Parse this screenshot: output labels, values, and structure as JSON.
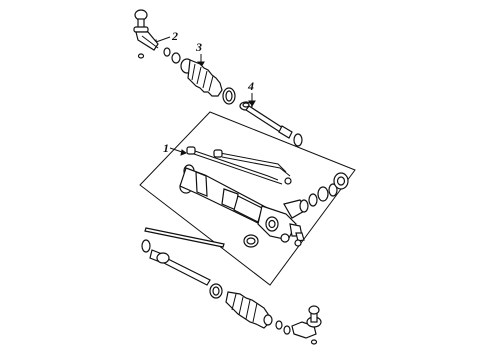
{
  "diagram": {
    "callouts": [
      {
        "id": "1",
        "text": "1"
      },
      {
        "id": "2",
        "text": "2"
      },
      {
        "id": "3",
        "text": "3"
      },
      {
        "id": "4",
        "text": "4"
      }
    ],
    "colors": {
      "ink": "#111111",
      "paper": "#ffffff"
    }
  }
}
